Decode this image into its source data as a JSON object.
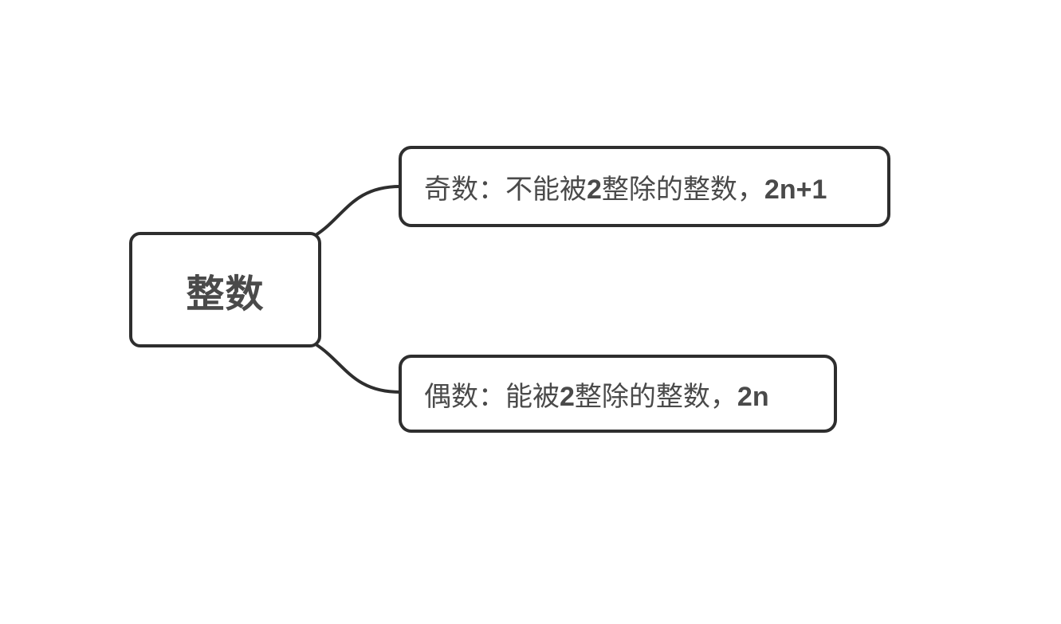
{
  "diagram": {
    "type": "mindmap",
    "colors": {
      "background": "#ffffff",
      "stroke": "#2e2e2e",
      "text": "#4a4a4a"
    },
    "nodes": {
      "root": {
        "id": "root",
        "plain_text": "整数",
        "segments": [
          {
            "text": "整数",
            "bold": true
          }
        ]
      },
      "odd": {
        "id": "odd",
        "plain_text": "奇数：不能被2整除的整数，2n+1",
        "segments": [
          {
            "text": "奇数：不能被",
            "bold": false
          },
          {
            "text": "2",
            "bold": true
          },
          {
            "text": "整除的整数，",
            "bold": false
          },
          {
            "text": "2n+1",
            "bold": true
          }
        ]
      },
      "even": {
        "id": "even",
        "plain_text": "偶数：能被2整除的整数，2n",
        "segments": [
          {
            "text": "偶数：能被",
            "bold": false
          },
          {
            "text": "2",
            "bold": true
          },
          {
            "text": "整除的整数，",
            "bold": false
          },
          {
            "text": "2n",
            "bold": true
          }
        ]
      }
    },
    "edges": [
      {
        "from": "root",
        "to": "odd"
      },
      {
        "from": "root",
        "to": "even"
      }
    ]
  }
}
